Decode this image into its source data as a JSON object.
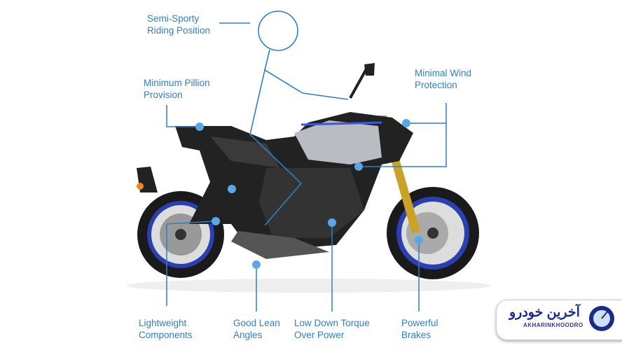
{
  "labels": {
    "riding_position": "Semi-Sporty\nRiding Position",
    "pillion": "Minimum Pillion\nProvision",
    "wind": "Minimal Wind\nProtection",
    "lightweight": "Lightweight\nComponents",
    "lean": "Good Lean\nAngles",
    "torque": "Low Down Torque\nOver Power",
    "brakes": "Powerful\nBrakes"
  },
  "logo": {
    "persian": "آخرین خودرو",
    "latin": "AKHARINKHOODRO"
  },
  "colors": {
    "label": "#2f7fc4",
    "line": "#2f7fc4",
    "dot": "#5aa7e6",
    "rim": "#2a3fb0"
  }
}
